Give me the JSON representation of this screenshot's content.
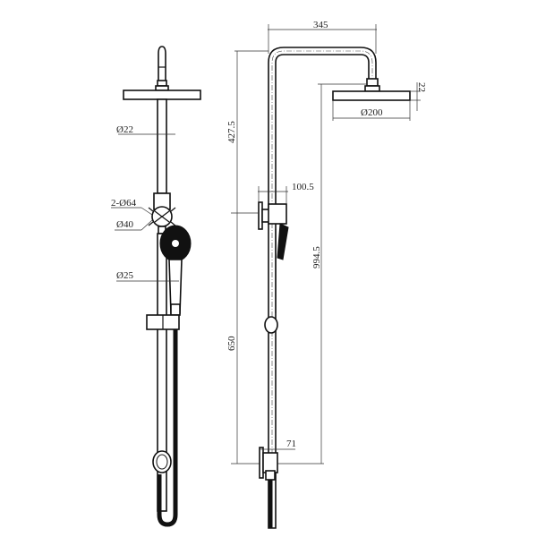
{
  "drawing": {
    "title": "Shower rail set technical drawing",
    "views": [
      "front-view",
      "side-view"
    ],
    "units": "mm"
  },
  "front_view": {
    "labels": {
      "riser_diameter": "Ø22",
      "wall_flange": "2-Ø64",
      "diverter_diameter": "Ø40",
      "rail_diameter": "Ø25"
    }
  },
  "side_view": {
    "labels": {
      "arm_reach": "345",
      "head_thickness": "22",
      "head_diameter": "Ø200",
      "top_to_bracket": "427.5",
      "bracket_projection": "100.5",
      "total_height": "994.5",
      "lower_height": "650",
      "bottom_projection": "71"
    }
  },
  "colors": {
    "line": "#111111",
    "background": "#ffffff"
  }
}
